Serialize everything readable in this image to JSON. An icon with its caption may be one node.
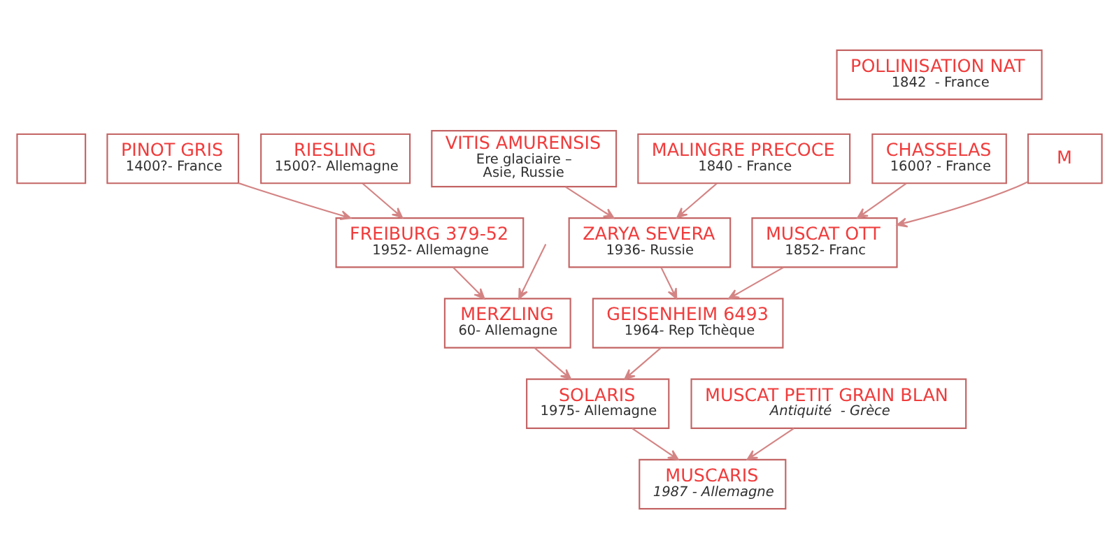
{
  "diagram": {
    "nodes": [
      {
        "text": [],
        "shape": "box"
      },
      {
        "text": [
          "POLLINISATION NAT",
          "1842  - France"
        ]
      },
      {
        "text": [
          "VITIS AMURENSIS",
          "Ere glaciaire – Asie, Russie"
        ]
      },
      {
        "text": [
          "MALINGRE PRECOCE",
          "1840 - France"
        ]
      },
      {
        "text": [
          "PINOT GRIS",
          "1400?- France"
        ]
      },
      {
        "text": [
          "RIESLING",
          "1500?- Allemagne"
        ]
      },
      {
        "text": [
          "CHASSELAS",
          "1600? - France"
        ]
      },
      {
        "text": [
          "M"
        ]
      },
      {
        "text": [
          "FREIBURG 379-52",
          "1952- Allemagne"
        ]
      },
      {
        "text": [
          "ZARYA SEVERA",
          "1936- Russie"
        ]
      },
      {
        "text": [
          "MUSCAT OTT",
          "1852- Franc"
        ]
      },
      {
        "text": [
          "MERZLING",
          "60- Allemagne"
        ]
      },
      {
        "text": [
          "GEISENHEIM 6493",
          "1964- Rep Tchèque"
        ]
      },
      {
        "text": [
          "SOLARIS",
          "1975- Allemagne"
        ]
      },
      {
        "text": [
          "MUSCAT PETIT GRAIN BLAN",
          "Antiquité  - Grèce"
        ]
      },
      {
        "text": [
          "MUSCARIS",
          "1987 - Allemagne"
        ]
      }
    ],
    "edges": [
      {
        "from": 4,
        "to": 8,
        "arrow": "to"
      },
      {
        "from": 5,
        "to": 8,
        "arrow": "to"
      },
      {
        "from": 2,
        "to": 9,
        "arrow": "to"
      },
      {
        "from": 3,
        "to": 9,
        "arrow": "to"
      },
      {
        "from": 6,
        "to": 10,
        "arrow": "to"
      },
      {
        "from": 7,
        "to": 10,
        "arrow": "to"
      },
      {
        "from": null,
        "to": 11,
        "arrow": "to"
      },
      {
        "from": 8,
        "to": 11,
        "arrow": "to"
      },
      {
        "from": 9,
        "to": 12,
        "arrow": "to"
      },
      {
        "from": 10,
        "to": 12,
        "arrow": "to"
      },
      {
        "from": 11,
        "to": 13,
        "arrow": "to"
      },
      {
        "from": 12,
        "to": 13,
        "arrow": "to"
      },
      {
        "from": 13,
        "to": 15,
        "arrow": "to"
      },
      {
        "from": 14,
        "to": 15,
        "arrow": "to"
      }
    ]
  }
}
